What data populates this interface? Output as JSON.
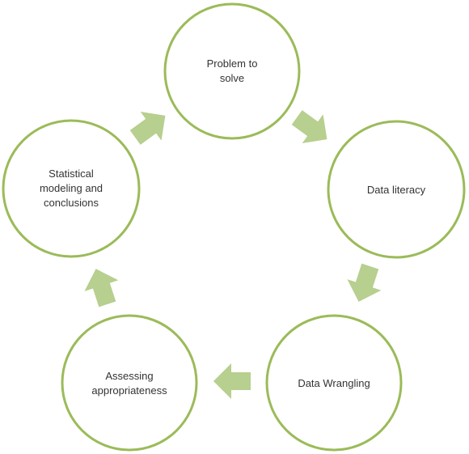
{
  "nodes": [
    {
      "id": "problem",
      "label": "Problem to\nsolve"
    },
    {
      "id": "literacy",
      "label": "Data literacy"
    },
    {
      "id": "wrangling",
      "label": "Data Wrangling"
    },
    {
      "id": "assessing",
      "label": "Assessing\nappropriateness"
    },
    {
      "id": "modeling",
      "label": "Statistical\nmodeling and\nconclusions"
    }
  ],
  "colors": {
    "circle_stroke": "#9bbb59",
    "arrow_fill": "#b7cf8f",
    "text": "#333333"
  }
}
